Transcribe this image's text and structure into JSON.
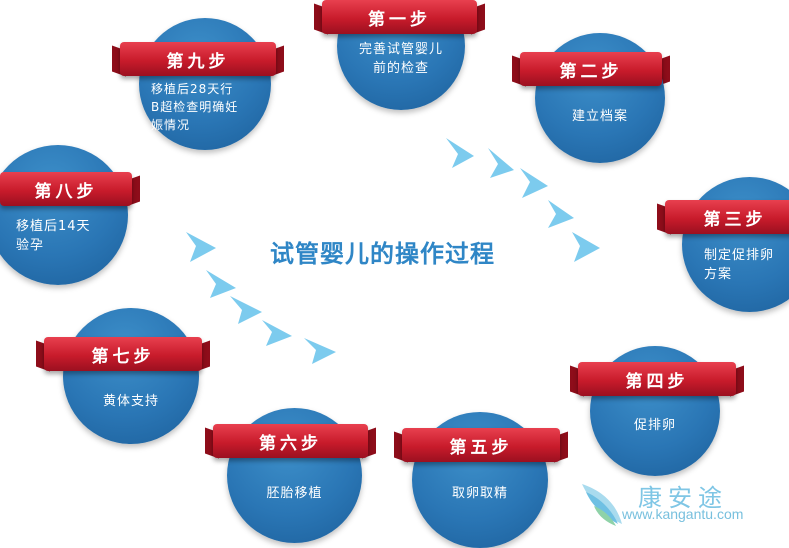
{
  "title": "试管婴儿的操作过程",
  "steps": [
    {
      "label": "第一步",
      "desc": "完善试管婴儿\n前的检查"
    },
    {
      "label": "第二步",
      "desc": "建立档案"
    },
    {
      "label": "第三步",
      "desc": "制定促排卵\n方案"
    },
    {
      "label": "第四步",
      "desc": "促排卵"
    },
    {
      "label": "第五步",
      "desc": "取卵取精"
    },
    {
      "label": "第六步",
      "desc": "胚胎移植"
    },
    {
      "label": "第七步",
      "desc": "黄体支持"
    },
    {
      "label": "第八步",
      "desc": "移植后14天\n验孕"
    },
    {
      "label": "第九步",
      "desc": "移植后28天行\nB超检查明确妊\n娠情况"
    }
  ],
  "watermark": {
    "brand": "康安途",
    "url": "www.kangantu.com"
  },
  "colors": {
    "circle": "#2a76b5",
    "banner": "#c81b2b",
    "title": "#2f86c6",
    "arrow": "#7ccbee"
  }
}
